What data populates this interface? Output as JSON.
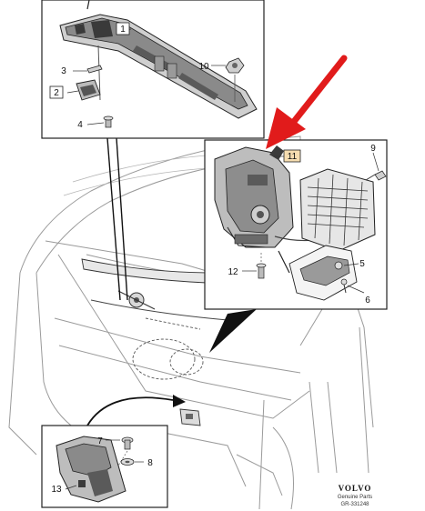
{
  "callouts": {
    "c1": "1",
    "c2": "2",
    "c3": "3",
    "c4": "4",
    "c5": "5",
    "c6": "6",
    "c7": "7",
    "c8": "8",
    "c9": "9",
    "c10": "10",
    "c11": "11",
    "c12": "12",
    "c13": "13"
  },
  "footer": {
    "brand": "VOLVO",
    "tagline": "Genuine Parts",
    "code": "GR-331248"
  },
  "colors": {
    "arrow": "#e11b1b",
    "highlight_box": "#f6ddb0",
    "line": "#222222",
    "light_line": "#9a9a9a",
    "part_dark": "#3a3a3a",
    "part_mid": "#8a8a8a",
    "part_light": "#cfcfcf"
  }
}
